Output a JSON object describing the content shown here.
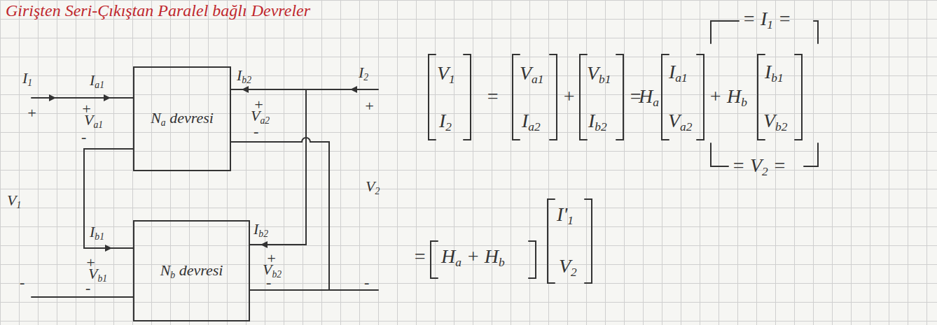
{
  "diagram": {
    "title": "Girişten Seri-Çıkıştan Paralel bağlı Devreler",
    "nodes": [
      {
        "text": [
          "Na devresi"
        ]
      },
      {
        "text": [
          "Nb devresi"
        ]
      }
    ],
    "edges": [
      {
        "from": 0,
        "to": 1,
        "arrow": "none"
      },
      {
        "from": 0,
        "to": 1,
        "arrow": "none"
      },
      {
        "from": 0,
        "to": 1,
        "arrow": "none"
      }
    ],
    "labels": [
      "I1",
      "Ia1",
      "+",
      "+",
      "Va1",
      "-",
      "Ib2",
      "I2",
      "+",
      "Va2",
      "-",
      "+",
      "V1",
      "V2",
      "Ib1",
      "+",
      "Vb1",
      "-",
      "Ib2",
      "+",
      "Vb2",
      "-",
      "-",
      "-",
      "V1",
      "I2",
      "=",
      "Va1",
      "Ia2",
      "+",
      "Vb1",
      "Ib2",
      "=",
      "Ha",
      "Ia1",
      "Va2",
      "+",
      "Hb",
      "Ib1",
      "Vb2",
      "= I1 =",
      "= V2 =",
      "=",
      "Ha + Hb",
      "I'1",
      "V2"
    ]
  }
}
